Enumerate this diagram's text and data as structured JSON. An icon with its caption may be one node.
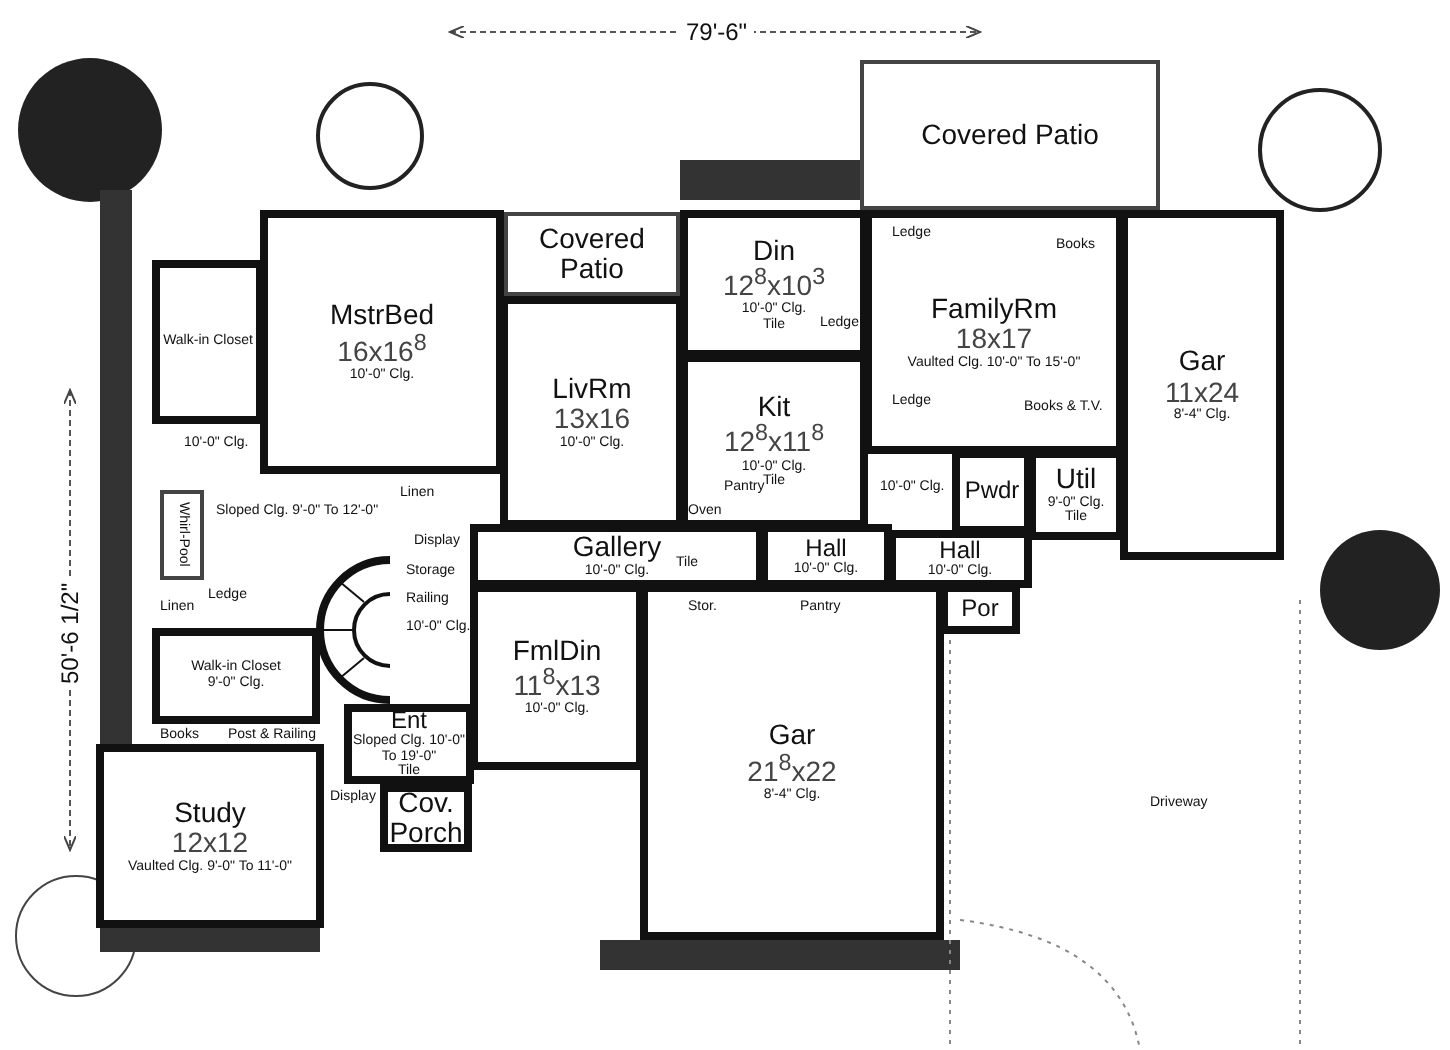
{
  "diagram": {
    "nodes": [
      {
        "text": [
          "MstrBed",
          "16x16$^{8}$",
          "10'-0\" Clg."
        ]
      },
      {
        "text": [
          "Covered Patio"
        ]
      },
      {
        "text": [
          "Covered Patio"
        ]
      },
      {
        "text": [
          "LivRm",
          "13x16",
          "10'-0\" Clg."
        ]
      },
      {
        "text": [
          "Din",
          "12$^{8}$x10$^{3}$",
          "10'-0\" Clg.",
          "Tile"
        ]
      },
      {
        "text": [
          "Kit",
          "12$^{8}$x11$^{8}$",
          "10'-0\" Clg.",
          "Tile"
        ]
      },
      {
        "text": [
          "FamilyRm",
          "18x17",
          "Vaulted Clg. 10'-0\" To 15'-0\""
        ]
      },
      {
        "text": [
          "Gar",
          "11x24",
          "8'-4\" Clg."
        ]
      },
      {
        "text": [
          "Walk-in Closet"
        ]
      },
      {
        "text": [
          "Whirl-Pool"
        ]
      },
      {
        "text": [
          "Gallery",
          "10'-0\" Clg."
        ]
      },
      {
        "text": [
          "Hall",
          "10'-0\" Clg."
        ]
      },
      {
        "text": [
          "Pwdr"
        ]
      },
      {
        "text": [
          "Util",
          "9'-0\" Clg.",
          "Tile"
        ]
      },
      {
        "text": [
          "Hall",
          "10'-0\" Clg."
        ]
      },
      {
        "text": [
          "Walk-in Closet",
          "9'-0\" Clg."
        ]
      },
      {
        "text": [
          "Ent",
          "Sloped Clg. 10'-0\" To 19'-0\"",
          "Tile"
        ]
      },
      {
        "text": [
          "FmlDin",
          "11$^{8}$x13",
          "10'-0\" Clg."
        ]
      },
      {
        "text": [
          "Por"
        ]
      },
      {
        "text": [
          "Study",
          "12x12",
          "Vaulted Clg. 9'-0\" To 11'-0\""
        ]
      },
      {
        "text": [
          "Cov. Porch"
        ]
      },
      {
        "text": [
          "Gar",
          "21$^{8}$x22",
          "8'-4\" Clg."
        ]
      }
    ],
    "labels": [
      "79'-6\"",
      "50'-6 1/2\"",
      "Ledge",
      "Books",
      "Ledge",
      "Ledge",
      "Books & T.V.",
      "10'-0\" Clg.",
      "Sloped Clg. 9'-0\" To 12'-0\"",
      "Linen",
      "Pantry",
      "Oven",
      "10'-0\" Clg.",
      "Display",
      "Storage",
      "Ledge",
      "Tile",
      "Railing",
      "Linen",
      "10'-0\" Clg.",
      "Stor.",
      "Pantry",
      "Books",
      "Post & Railing",
      "Display",
      "Driveway"
    ]
  }
}
